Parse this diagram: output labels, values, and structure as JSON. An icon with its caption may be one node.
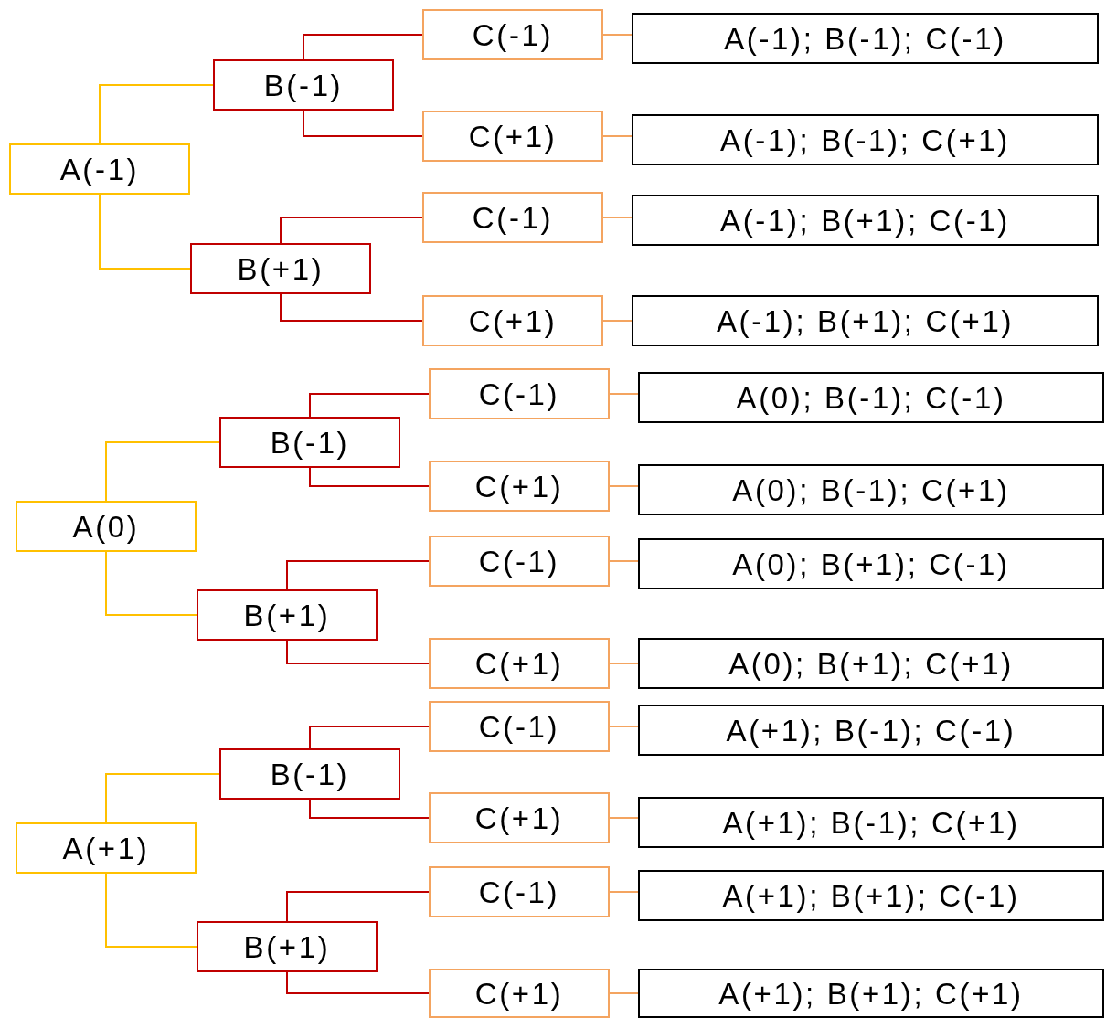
{
  "diagram": {
    "nodes": [
      {
        "text": [
          "A(-1)"
        ]
      },
      {
        "text": [
          "B(-1)"
        ]
      },
      {
        "text": [
          "C(-1)"
        ]
      },
      {
        "text": [
          "A(-1); B(-1); C(-1)"
        ]
      },
      {
        "text": [
          "C(+1)"
        ]
      },
      {
        "text": [
          "A(-1); B(-1); C(+1)"
        ]
      },
      {
        "text": [
          "B(+1)"
        ]
      },
      {
        "text": [
          "C(-1)"
        ]
      },
      {
        "text": [
          "A(-1); B(+1); C(-1)"
        ]
      },
      {
        "text": [
          "C(+1)"
        ]
      },
      {
        "text": [
          "A(-1); B(+1); C(+1)"
        ]
      },
      {
        "text": [
          "A(0)"
        ]
      },
      {
        "text": [
          "B(-1)"
        ]
      },
      {
        "text": [
          "C(-1)"
        ]
      },
      {
        "text": [
          "A(0); B(-1); C(-1)"
        ]
      },
      {
        "text": [
          "C(+1)"
        ]
      },
      {
        "text": [
          "A(0); B(-1); C(+1)"
        ]
      },
      {
        "text": [
          "B(+1)"
        ]
      },
      {
        "text": [
          "C(-1)"
        ]
      },
      {
        "text": [
          "A(0); B(+1); C(-1)"
        ]
      },
      {
        "text": [
          "C(+1)"
        ]
      },
      {
        "text": [
          "A(0); B(+1); C(+1)"
        ]
      },
      {
        "text": [
          "A(+1)"
        ]
      },
      {
        "text": [
          "B(-1)"
        ]
      },
      {
        "text": [
          "C(-1)"
        ]
      },
      {
        "text": [
          "A(+1); B(-1); C(-1)"
        ]
      },
      {
        "text": [
          "C(+1)"
        ]
      },
      {
        "text": [
          "A(+1); B(-1); C(+1)"
        ]
      },
      {
        "text": [
          "B(+1)"
        ]
      },
      {
        "text": [
          "C(-1)"
        ]
      },
      {
        "text": [
          "A(+1); B(+1); C(-1)"
        ]
      },
      {
        "text": [
          "C(+1)"
        ]
      },
      {
        "text": [
          "A(+1); B(+1); C(+1)"
        ]
      }
    ],
    "edges": [
      {
        "from": 0,
        "to": 1,
        "arrow": "none",
        "color": "#ffc000"
      },
      {
        "from": 0,
        "to": 6,
        "arrow": "none",
        "color": "#ffc000"
      },
      {
        "from": 1,
        "to": 2,
        "arrow": "none",
        "color": "#c00000"
      },
      {
        "from": 1,
        "to": 4,
        "arrow": "none",
        "color": "#c00000"
      },
      {
        "from": 6,
        "to": 7,
        "arrow": "none",
        "color": "#c00000"
      },
      {
        "from": 6,
        "to": 9,
        "arrow": "none",
        "color": "#c00000"
      },
      {
        "from": 2,
        "to": 3,
        "arrow": "none",
        "color": "#f4a460"
      },
      {
        "from": 4,
        "to": 5,
        "arrow": "none",
        "color": "#f4a460"
      },
      {
        "from": 7,
        "to": 8,
        "arrow": "none",
        "color": "#f4a460"
      },
      {
        "from": 9,
        "to": 10,
        "arrow": "none",
        "color": "#f4a460"
      },
      {
        "from": 11,
        "to": 12,
        "arrow": "none",
        "color": "#ffc000"
      },
      {
        "from": 11,
        "to": 17,
        "arrow": "none",
        "color": "#ffc000"
      },
      {
        "from": 12,
        "to": 13,
        "arrow": "none",
        "color": "#c00000"
      },
      {
        "from": 12,
        "to": 15,
        "arrow": "none",
        "color": "#c00000"
      },
      {
        "from": 17,
        "to": 18,
        "arrow": "none",
        "color": "#c00000"
      },
      {
        "from": 17,
        "to": 20,
        "arrow": "none",
        "color": "#c00000"
      },
      {
        "from": 13,
        "to": 14,
        "arrow": "none",
        "color": "#f4a460"
      },
      {
        "from": 15,
        "to": 16,
        "arrow": "none",
        "color": "#f4a460"
      },
      {
        "from": 18,
        "to": 19,
        "arrow": "none",
        "color": "#f4a460"
      },
      {
        "from": 20,
        "to": 21,
        "arrow": "none",
        "color": "#f4a460"
      },
      {
        "from": 22,
        "to": 23,
        "arrow": "none",
        "color": "#ffc000"
      },
      {
        "from": 22,
        "to": 28,
        "arrow": "none",
        "color": "#ffc000"
      },
      {
        "from": 23,
        "to": 24,
        "arrow": "none",
        "color": "#c00000"
      },
      {
        "from": 23,
        "to": 26,
        "arrow": "none",
        "color": "#c00000"
      },
      {
        "from": 28,
        "to": 29,
        "arrow": "none",
        "color": "#c00000"
      },
      {
        "from": 28,
        "to": 31,
        "arrow": "none",
        "color": "#c00000"
      },
      {
        "from": 24,
        "to": 25,
        "arrow": "none",
        "color": "#f4a460"
      },
      {
        "from": 26,
        "to": 27,
        "arrow": "none",
        "color": "#f4a460"
      },
      {
        "from": 29,
        "to": 30,
        "arrow": "none",
        "color": "#f4a460"
      },
      {
        "from": 31,
        "to": 32,
        "arrow": "none",
        "color": "#f4a460"
      }
    ]
  }
}
